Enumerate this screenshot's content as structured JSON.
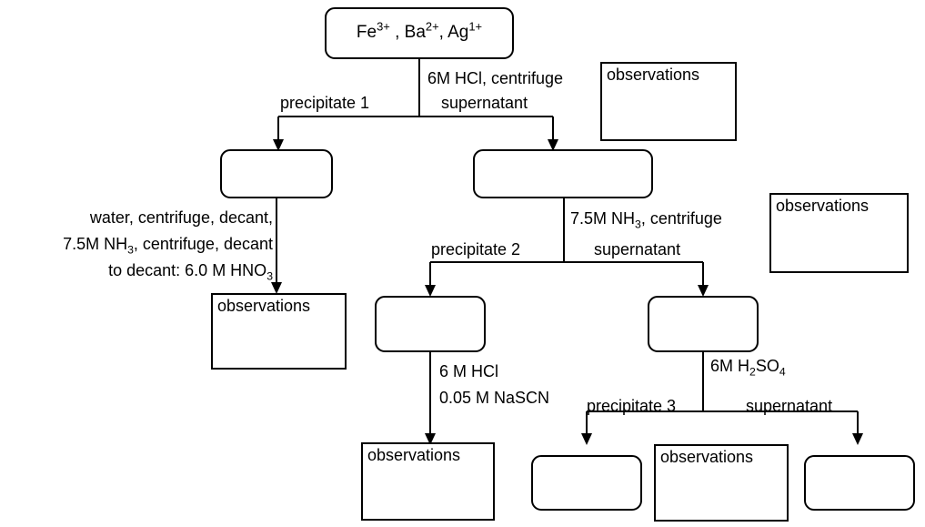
{
  "diagram": {
    "title_box": {
      "ions": [
        {
          "symbol": "Fe",
          "charge": "3+"
        },
        {
          "symbol": "Ba",
          "charge": "2+"
        },
        {
          "symbol": "Ag",
          "charge": "1+"
        }
      ]
    },
    "observation_label": "observations",
    "labels": {
      "reagent_1_line1": "6M HCl, centrifuge",
      "branch_precipitate_1": "precipitate 1",
      "branch_supernatant_1": "supernatant",
      "left_wash_line1": "water, centrifuge, decant,",
      "left_wash_line2_pre": "7.5M NH",
      "left_wash_line2_sub": "3",
      "left_wash_line2_post": ", centrifuge, decant",
      "left_wash_line3_pre": "to decant:  6.0 M HNO",
      "left_wash_line3_sub": "3",
      "reagent_2_pre": "7.5M NH",
      "reagent_2_sub": "3",
      "reagent_2_post": ", centrifuge",
      "branch_precipitate_2": "precipitate 2",
      "branch_supernatant_2": "supernatant",
      "reagent_3_line1": "6 M HCl",
      "reagent_3_line2": "0.05 M NaSCN",
      "reagent_4_pre": "6M H",
      "reagent_4_sub1": "2",
      "reagent_4_mid": "SO",
      "reagent_4_sub2": "4",
      "branch_precipitate_3": "precipitate 3",
      "branch_supernatant_3": "supernatant"
    },
    "observation_boxes": [
      {
        "id": "obs-top-right"
      },
      {
        "id": "obs-mid-right"
      },
      {
        "id": "obs-left"
      },
      {
        "id": "obs-bottom-center"
      },
      {
        "id": "obs-bottom-right"
      }
    ],
    "colors": {
      "stroke": "#000000",
      "fill": "#ffffff",
      "text": "#000000"
    }
  }
}
